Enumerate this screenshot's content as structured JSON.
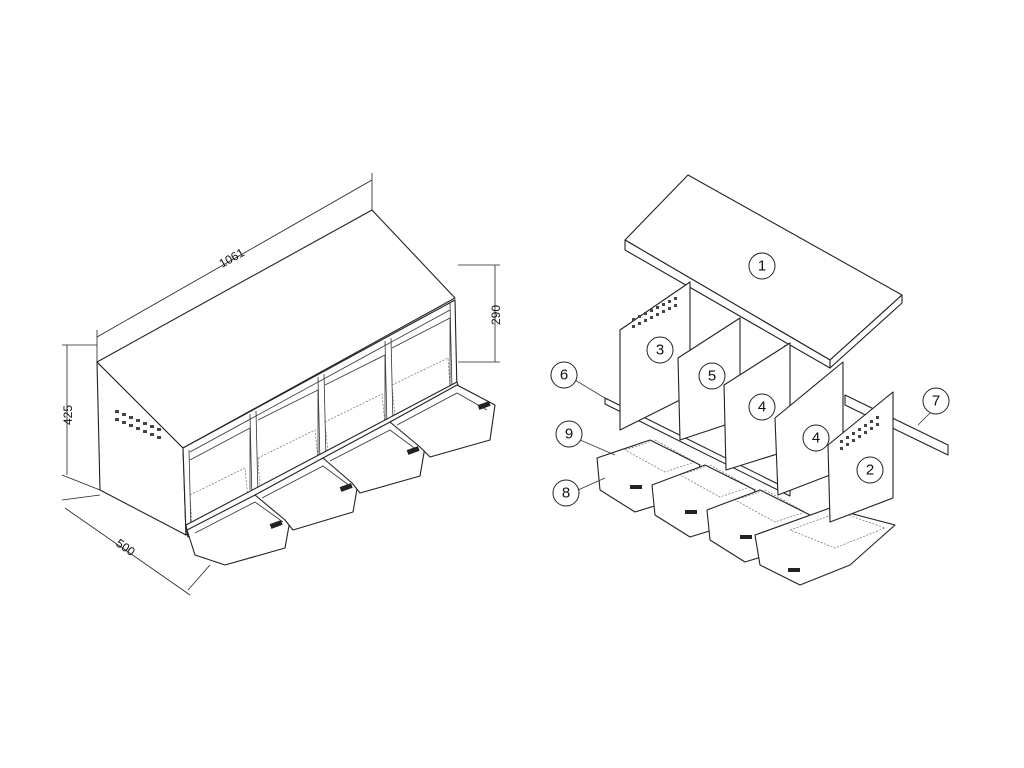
{
  "assembled_view": {
    "dimensions": {
      "length": "1061",
      "height": "425",
      "front_height": "290",
      "depth": "500"
    }
  },
  "exploded_view": {
    "callouts": [
      "1",
      "2",
      "3",
      "4",
      "4",
      "5",
      "6",
      "7",
      "8",
      "9"
    ]
  }
}
